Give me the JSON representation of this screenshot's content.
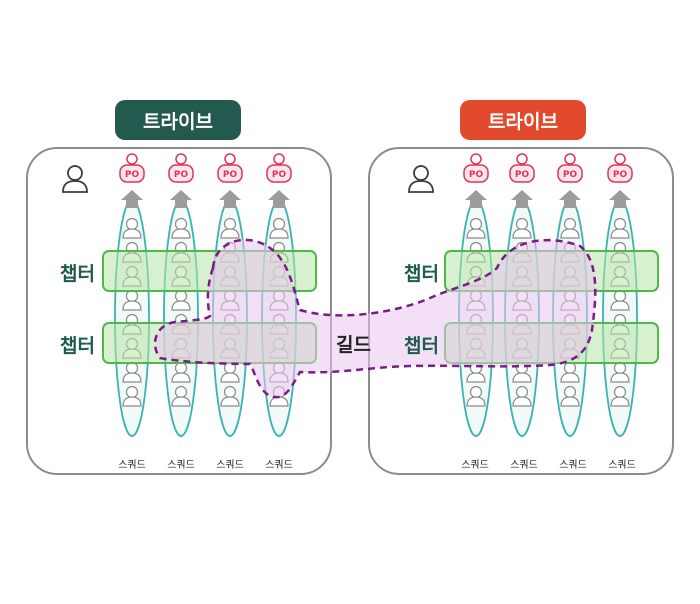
{
  "tribes": [
    {
      "label": "트라이브",
      "color": "#24594f",
      "squad_label": "스쿼드",
      "po_label": "PO"
    },
    {
      "label": "트라이브",
      "color": "#e24a2e",
      "squad_label": "스쿼드",
      "po_label": "PO"
    }
  ],
  "chapter_label": "챕터",
  "guild_label": "길드",
  "colors": {
    "squad_outline": "#3ab4b0",
    "chapter_fill": "#b7e4a6",
    "chapter_stroke": "#4fb84b",
    "guild_fill": "#e9c6ef",
    "guild_stroke": "#7a1d86",
    "po_pink": "#e0345a",
    "arrow_gray": "#9c9c9c"
  },
  "icons": [
    "tribe-lead-icon",
    "po-icon",
    "member-icon",
    "up-arrow-icon"
  ]
}
